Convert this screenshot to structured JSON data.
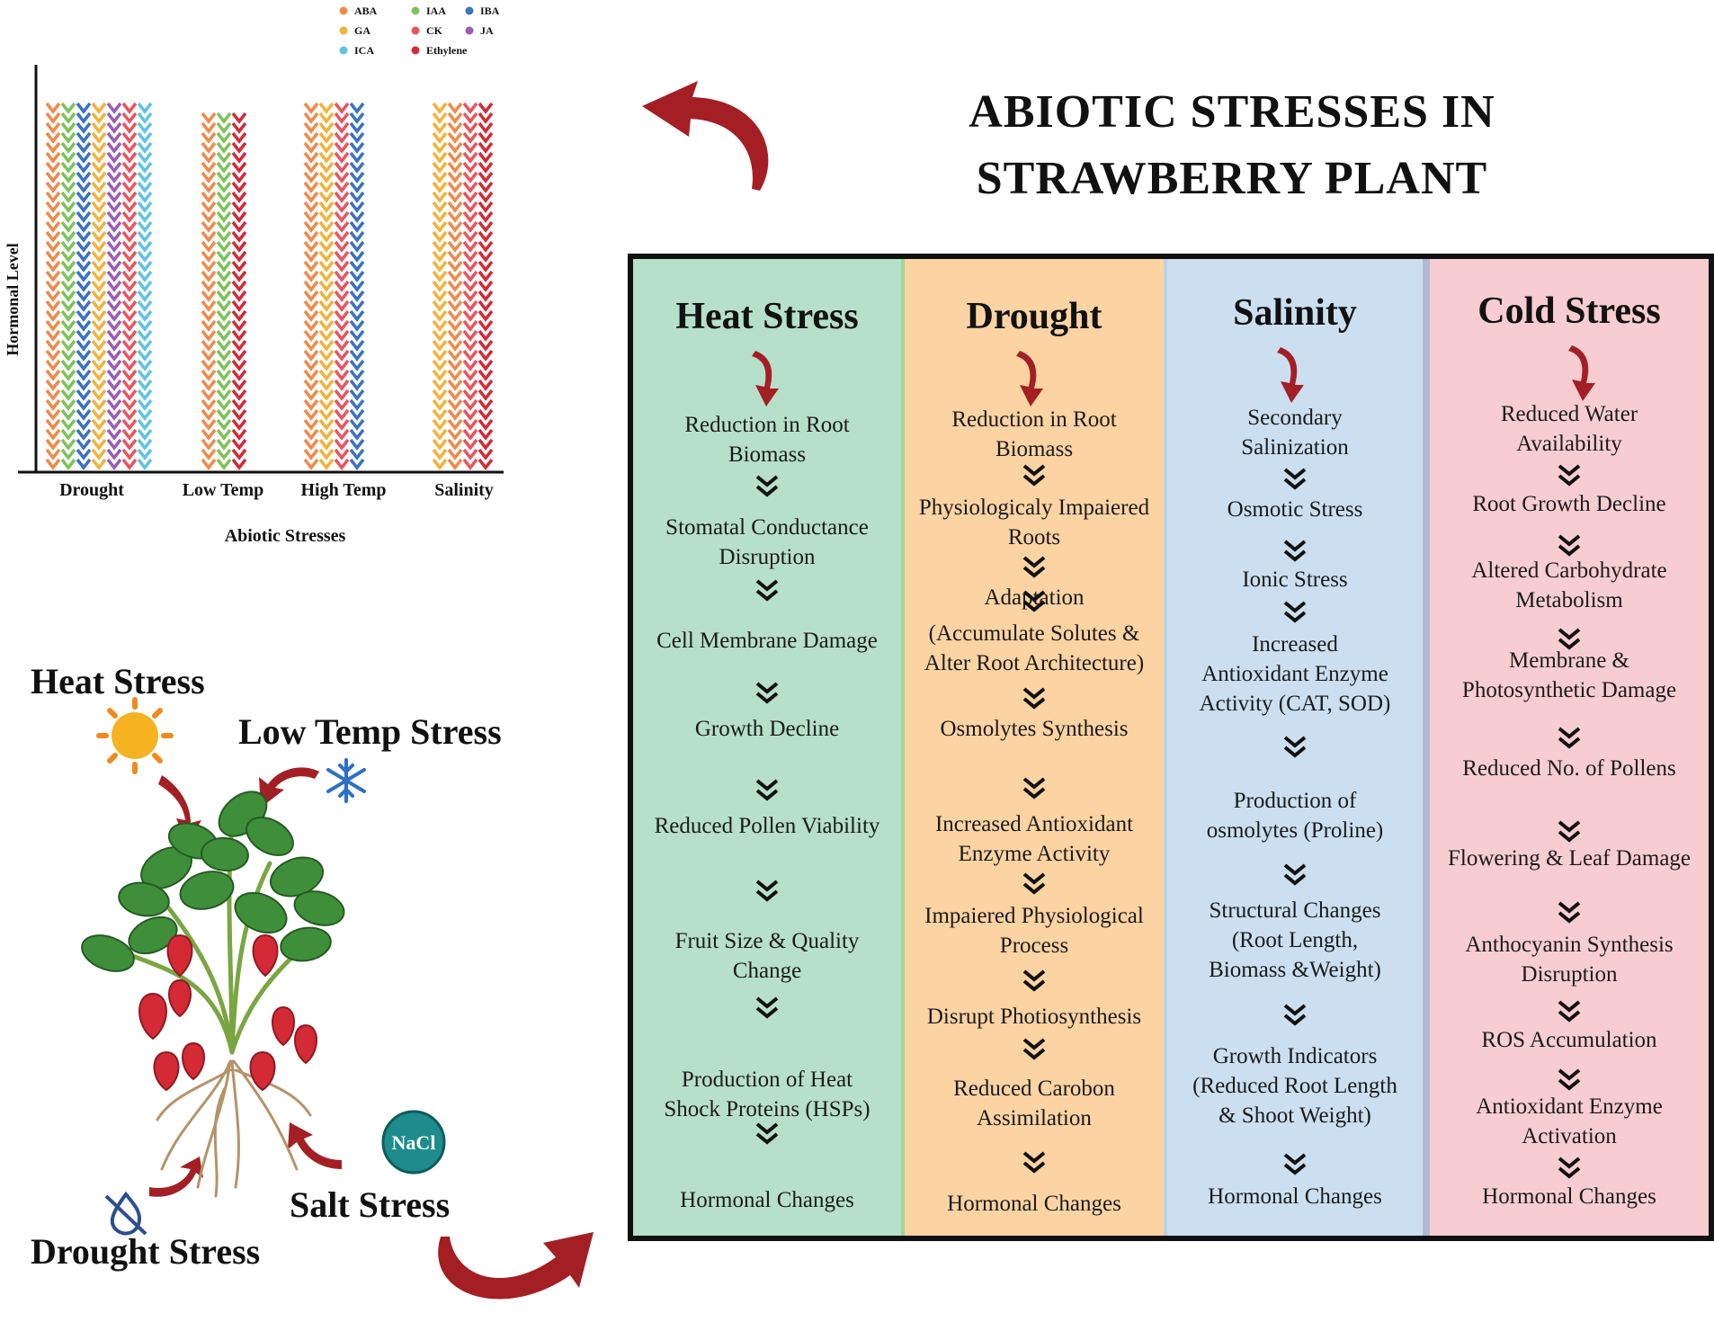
{
  "title": "ABIOTIC STRESSES IN STRAWBERRY PLANT",
  "chart_data": {
    "type": "bar",
    "xlabel": "Abiotic Stresses",
    "ylabel": "Hormonal Level",
    "legend_position": "top",
    "legend": [
      {
        "name": "ABA",
        "color": "#f08a4b"
      },
      {
        "name": "IAA",
        "color": "#7cc35a"
      },
      {
        "name": "IBA",
        "color": "#3a72c4"
      },
      {
        "name": "GA",
        "color": "#f2b23c"
      },
      {
        "name": "CK",
        "color": "#e9555e"
      },
      {
        "name": "JA",
        "color": "#9b5db8"
      },
      {
        "name": "ICA",
        "color": "#5fc4e3"
      },
      {
        "name": "Ethylene",
        "color": "#d22b37"
      }
    ],
    "categories": [
      "Drought",
      "Low Temp",
      "High Temp",
      "Salinity"
    ],
    "groups": [
      {
        "category": "Drought",
        "bars": [
          "ABA",
          "IAA",
          "IBA",
          "GA",
          "JA",
          "CK",
          "ICA"
        ],
        "level": 0.96
      },
      {
        "category": "Low Temp",
        "bars": [
          "ABA",
          "IAA",
          "Ethylene"
        ],
        "level": 0.94
      },
      {
        "category": "High Temp",
        "bars": [
          "ABA",
          "GA",
          "CK",
          "IBA"
        ],
        "level": 0.95
      },
      {
        "category": "Salinity",
        "bars": [
          "GA",
          "ABA",
          "CK",
          "Ethylene"
        ],
        "level": 0.95
      }
    ]
  },
  "columns": [
    {
      "title": "Heat Stress",
      "steps": [
        "Reduction in Root\nBiomass",
        "Stomatal Conductance\nDisruption",
        "Cell Membrane Damage",
        "Growth Decline",
        "Reduced Pollen Viability",
        "Fruit Size & Quality\nChange",
        "Production of Heat\nShock Proteins (HSPs)",
        "Hormonal Changes"
      ]
    },
    {
      "title": "Drought",
      "steps": [
        "Reduction in Root\nBiomass",
        "Physiologicaly Impaiered\nRoots",
        "Adaptation",
        "(Accumulate Solutes &\nAlter Root Architecture)",
        "Osmolytes Synthesis",
        "Increased Antioxidant\nEnzyme Activity",
        "Impaiered Physiological\nProcess",
        "Disrupt Photiosynthesis",
        "Reduced Carobon\nAssimilation",
        "Hormonal Changes"
      ]
    },
    {
      "title": "Salinity",
      "steps": [
        "Secondary\nSalinization",
        "Osmotic Stress",
        "Ionic Stress",
        "Increased\nAntioxidant Enzyme\nActivity (CAT, SOD)",
        "Production of\nosmolytes (Proline)",
        "Structural Changes\n(Root Length,\nBiomass &Weight)",
        "Growth Indicators\n(Reduced Root Length\n& Shoot Weight)",
        "Hormonal Changes"
      ]
    },
    {
      "title": "Cold Stress",
      "steps": [
        "Reduced Water\nAvailability",
        "Root Growth Decline",
        "Altered  Carbohydrate\nMetabolism",
        "Membrane &\nPhotosynthetic Damage",
        "Reduced No. of Pollens",
        "Flowering & Leaf Damage",
        "Anthocyanin Synthesis\nDisruption",
        "ROS Accumulation",
        "Antioxidant Enzyme\nActivation",
        "Hormonal Changes"
      ]
    }
  ],
  "plant": {
    "heat_label": "Heat Stress",
    "cold_label": "Low Temp Stress",
    "salt_label": "Salt Stress",
    "drought_label": "Drought Stress",
    "nacl_label": "NaCl"
  },
  "colors": {
    "heat_bg": "#b6e0c9",
    "drought_bg": "#fcd3a2",
    "salinity_bg": "#cbdff1",
    "cold_bg": "#f7cdd1",
    "arrow_red": "#a31f24"
  }
}
